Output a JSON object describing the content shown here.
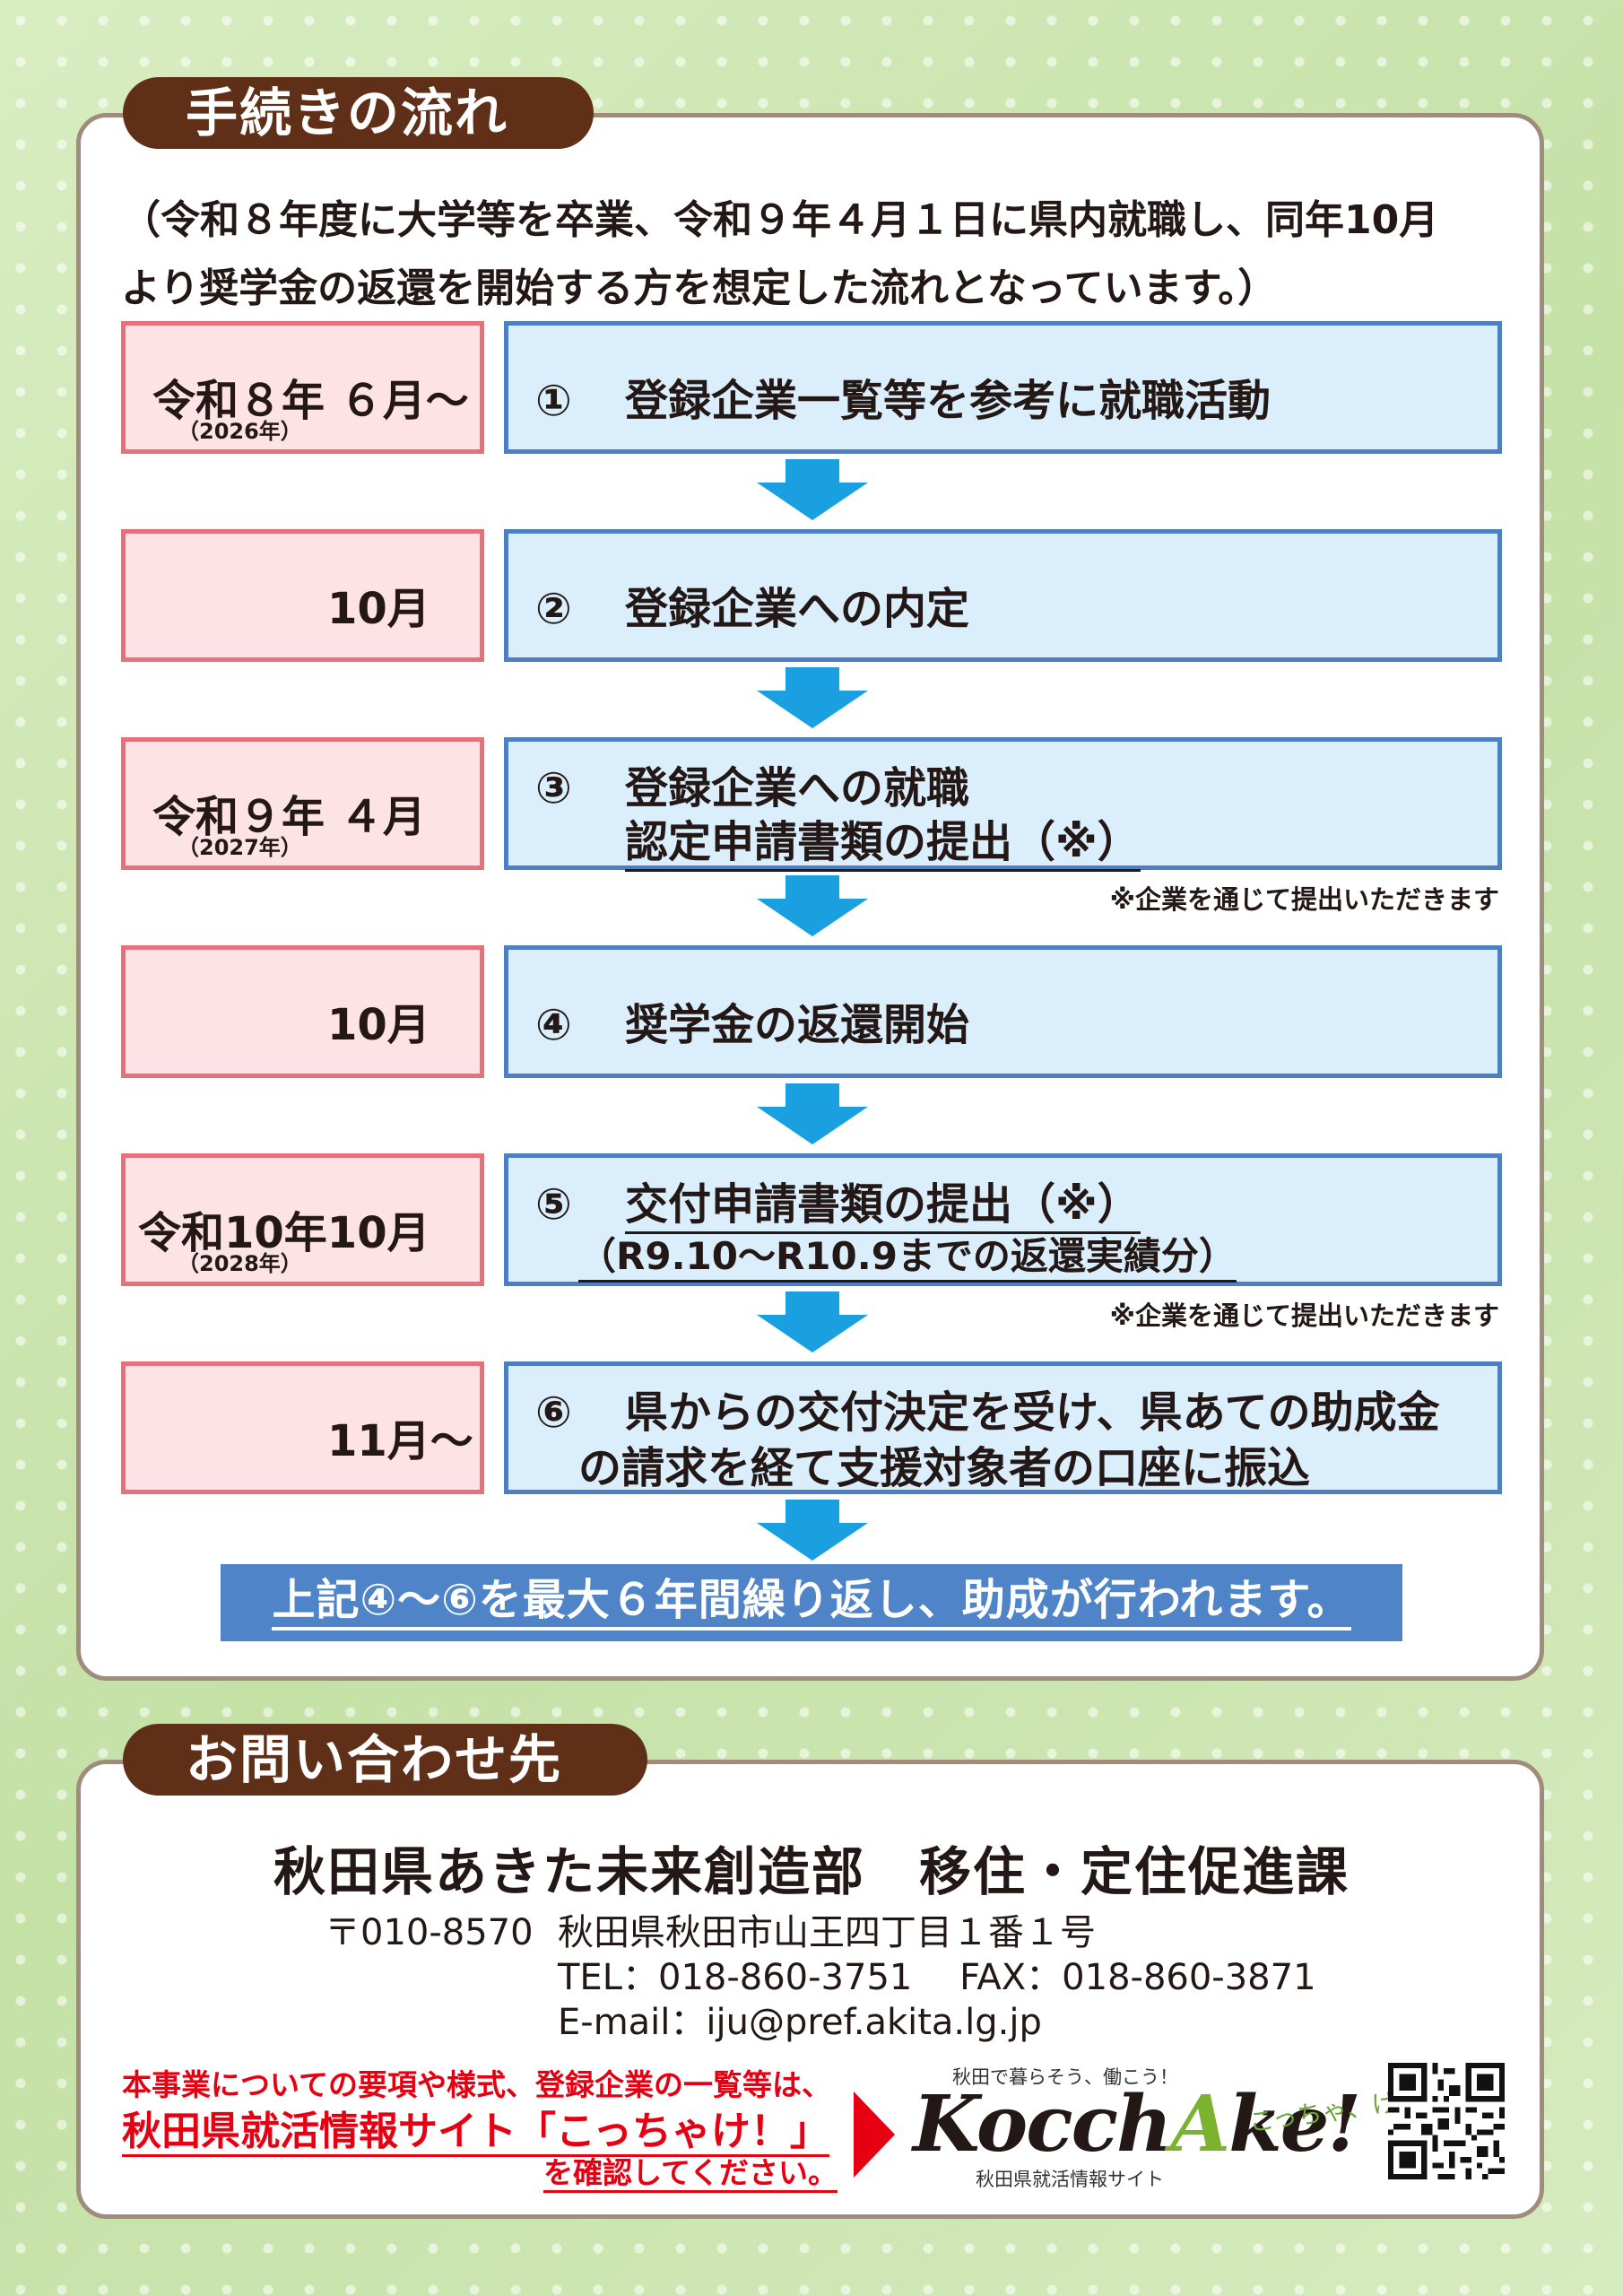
{
  "section1": {
    "title": "手続きの流れ"
  },
  "intro": [
    "（令和８年度に大学等を卒業、令和９年４月１日に県内就職し、同年10月",
    "より奨学金の返還を開始する方を想定した流れとなっています。）"
  ],
  "steps": [
    {
      "date": "令和８年  ６月〜",
      "year": "（2026年）",
      "num": "①",
      "lines": [
        "登録企業一覧等を参考に就職活動"
      ]
    },
    {
      "date": "10月",
      "year": "",
      "num": "②",
      "lines": [
        "登録企業への内定"
      ]
    },
    {
      "date": "令和９年  ４月",
      "year": "（2027年）",
      "num": "③",
      "lines": [
        "登録企業への就職",
        "認定申請書類の提出（※）"
      ]
    },
    {
      "date": "10月",
      "year": "",
      "num": "④",
      "lines": [
        "奨学金の返還開始"
      ]
    },
    {
      "date": "令和10年10月",
      "year": "（2028年）",
      "num": "⑤",
      "lines": [
        "交付申請書類の提出（※）",
        "（R9.10〜R10.9までの返還実績分）"
      ]
    },
    {
      "date": "11月〜",
      "year": "",
      "num": "⑥",
      "lines": [
        "県からの交付決定を受け、県あての助成金",
        "の請求を経て支援対象者の口座に振込"
      ]
    }
  ],
  "note": "※企業を通じて提出いただきます",
  "summary": "上記④〜⑥を最大６年間繰り返し、助成が行われます。",
  "section2": {
    "title": "お問い合わせ先"
  },
  "contact": {
    "department": "秋田県あきた未来創造部　移住・定住促進課",
    "postal": "〒010-8570",
    "address": "秋田県秋田市山王四丁目１番１号",
    "tel_fax": "TEL：018-860-3751　 FAX：018-860-3871",
    "email": "E-mail：iju@pref.akita.lg.jp"
  },
  "site_note": {
    "line1": "本事業についての要項や様式、登録企業の一覧等は、",
    "line2": "秋田県就活情報サイト「こっちゃけ！」",
    "line3": "を確認してください。"
  },
  "logo": {
    "tagline": "秋田で暮らそう、働こう！",
    "name_part1": "Kocch",
    "name_part2": "A",
    "name_part3": "ke!",
    "subtitle": "秋田県就活情報サイト",
    "side_text": "こっちゃ、け！"
  },
  "colors": {
    "tab_brown": "#5f2f17",
    "date_fill": "#fde3e5",
    "date_border": "#e9707a",
    "step_fill": "#daeefb",
    "step_border": "#4d7fc2",
    "arrow": "#1a9fe0",
    "summary_fill": "#4f84c8",
    "alert_red": "#e60012"
  }
}
